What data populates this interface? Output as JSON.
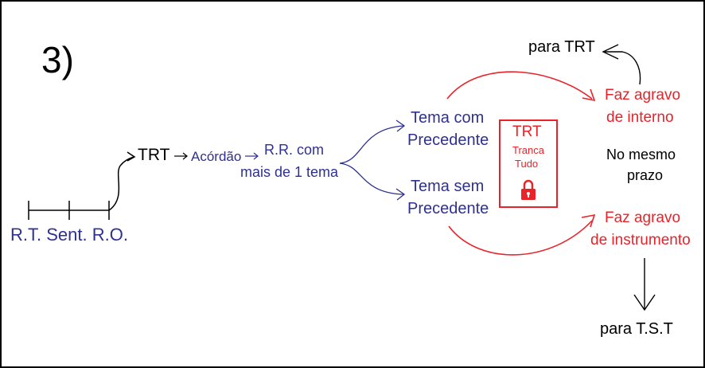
{
  "step_number": "3)",
  "timeline_label": "R.T. Sent. R.O.",
  "trt": "TRT",
  "acordao": "Acórdão",
  "rr": {
    "line1": "R.R. com",
    "line2": "mais de 1 tema"
  },
  "tema_com": {
    "line1": "Tema com",
    "line2": "Precedente"
  },
  "tema_sem": {
    "line1": "Tema sem",
    "line2": "Precedente"
  },
  "trt_box": {
    "title": "TRT",
    "line1": "Tranca",
    "line2": "Tudo",
    "icon": "lock-icon"
  },
  "agravo_interno": {
    "line1": "Faz agravo",
    "line2": "de interno"
  },
  "mesmo_prazo": {
    "line1": "No mesmo",
    "line2": "prazo"
  },
  "agravo_instrumento": {
    "line1": "Faz agravo",
    "line2": "de instrumento"
  },
  "para_trt": "para TRT",
  "para_tst": "para T.S.T",
  "colors": {
    "blue": "#2e3192",
    "red": "#e8232a",
    "black": "#000000"
  }
}
